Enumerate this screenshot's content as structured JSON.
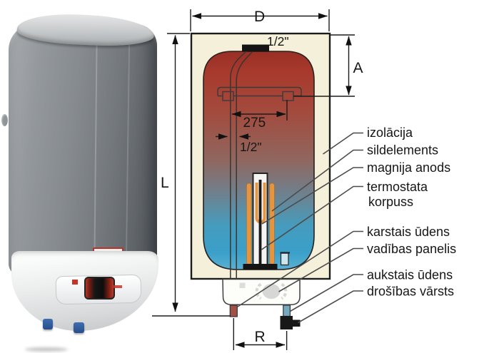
{
  "diagram": {
    "dim_d": "D",
    "dim_a": "A",
    "dim_l": "L",
    "dim_r": "R",
    "dim_bracket": "275",
    "conn_top": "1/2\"",
    "conn_outlet": "1/2\"",
    "labels": {
      "insulation": "izolācija",
      "heating_element": "sildelements",
      "magnesium_anode": "magnija anods",
      "thermostat_line1": "termostata",
      "thermostat_line2": "korpuss",
      "hot_water": "karstais ūdens",
      "control_panel": "vadības panelis",
      "cold_water": "aukstais ūdens",
      "safety_valve": "drošības vārsts"
    },
    "colors": {
      "insulation_fill": "#f5f0da",
      "hot_top": "#a83a2d",
      "cold_bottom": "#3a9fc9",
      "element_orange": "#e59440",
      "hot_pipe": "#9f5147",
      "cold_pipe": "#74a9bf",
      "valve_black": "#181818"
    }
  }
}
